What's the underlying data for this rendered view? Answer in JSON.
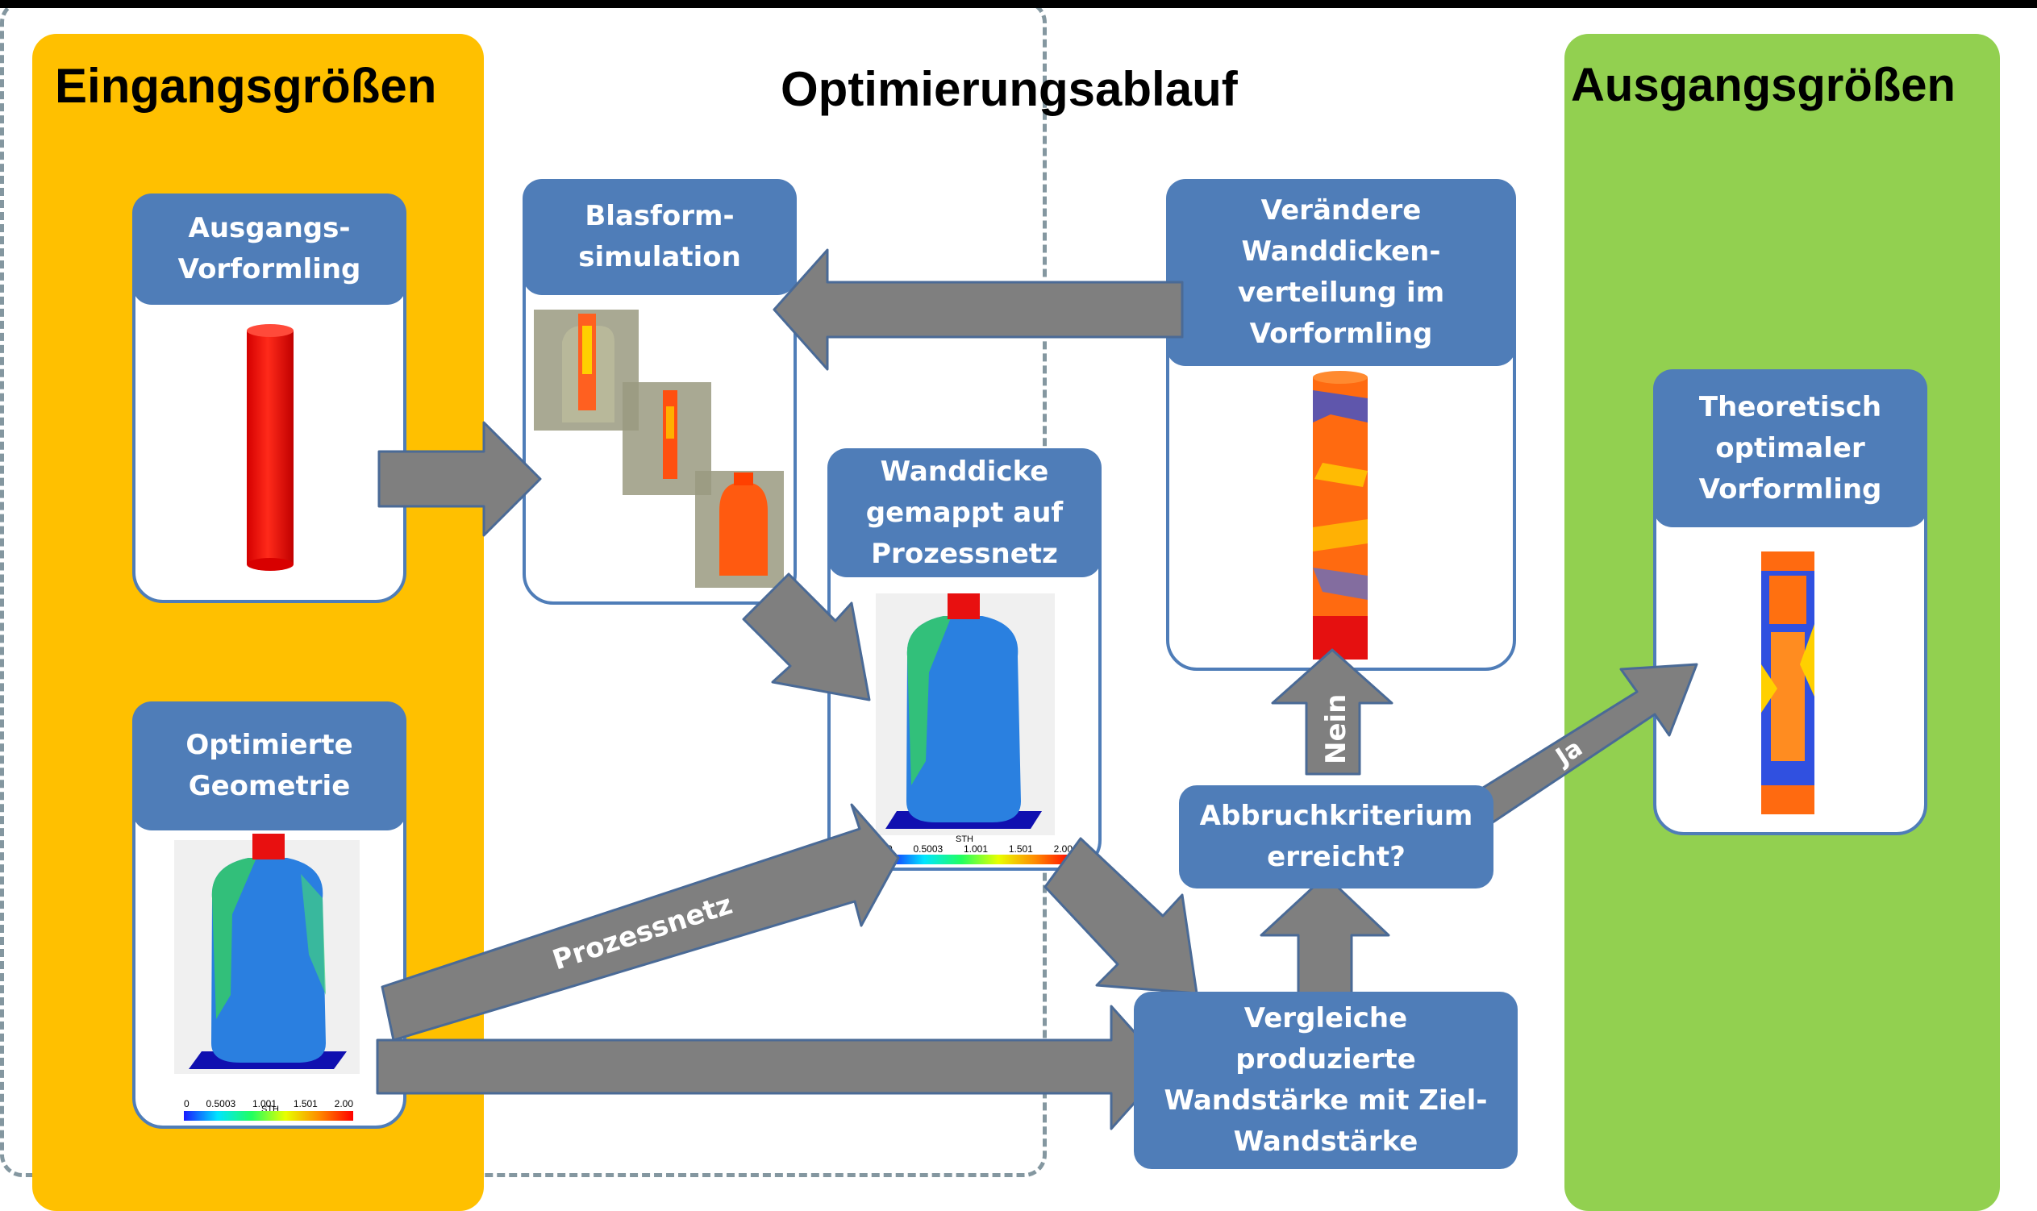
{
  "headings": {
    "inputs": "Eingangsgrößen",
    "process": "Optimierungsablauf",
    "outputs": "Ausgangsgrößen"
  },
  "cards": {
    "initial_preform": "Ausgangs-\nVorformling",
    "optimized_geometry": "Optimierte\nGeometrie",
    "blow_molding": "Blasform-\nsimulation",
    "wall_thickness_mapped": "Wanddicke\ngemappt auf\nProzessnetz",
    "change_distribution": "Verändere\nWanddicken-\nverteilung im\nVorformling",
    "optimal_preform": "Theoretisch\noptimaler\nVorformling"
  },
  "boxes": {
    "termination": "Abbruchkriterium\nerreicht?",
    "compare": "Vergleiche\nproduzierte\nWandstärke mit Ziel-\nWandstärke"
  },
  "arrow_labels": {
    "process_mesh": "Prozessnetz",
    "no": "Nein",
    "yes": "Ja"
  },
  "color_scale": {
    "title": "STH",
    "ticks": [
      "0",
      "0.5003",
      "1.001",
      "1.501",
      "2.00"
    ]
  },
  "colors": {
    "inputs_bg": "#FFC000",
    "outputs_bg": "#92D050",
    "box_blue": "#4F7DB8",
    "arrow_gray": "#7F7F7F"
  }
}
